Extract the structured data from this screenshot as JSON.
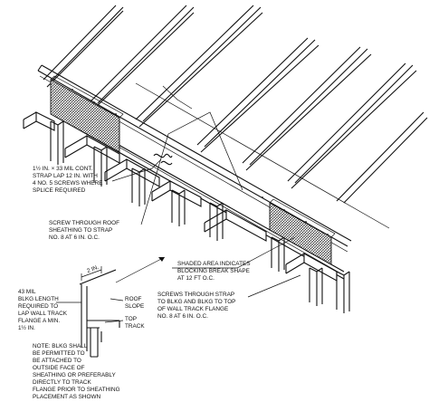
{
  "notes": {
    "strap": [
      "1½ IN. × 33 MIL CONT.",
      "STRAP LAP 12 IN. WITH",
      "4 NO. 5 SCREWS WHERE",
      "SPLICE REQUIRED"
    ],
    "screw_roof": [
      "SCREW THROUGH ROOF",
      "SHEATHING TO STRAP",
      "NO. 8 AT 6 IN. O.C."
    ],
    "shaded": [
      "SHADED AREA INDICATES",
      "BLOCKING BREAK SHAPE",
      "AT 12 FT O.C."
    ],
    "blkg_length": [
      "43 MIL",
      "BLKG LENGTH",
      "REQUIRED TO",
      "LAP WALL TRACK",
      "FLANGE A MIN.",
      "1½ IN."
    ],
    "screws_strap": [
      "SCREWS THROUGH STRAP",
      "TO BLKG AND BLKG TO TOP",
      "OF WALL TRACK FLANGE",
      "NO. 8 AT 6 IN. O.C."
    ],
    "blkg_note": [
      "NOTE: BLKG SHALL",
      "BE PERMITTED TO",
      "BE ATTACHED TO",
      "OUTSIDE FACE OF",
      "SHEATHING OR PREFERABLY",
      "DIRECTLY TO TRACK",
      "FLANGE PRIOR TO SHEATHING",
      "PLACEMENT AS SHOWN"
    ]
  },
  "detail": {
    "dimension": "2 IN.",
    "roof_slope": [
      "ROOF",
      "SLOPE"
    ],
    "top_track": [
      "TOP",
      "TRACK"
    ]
  }
}
